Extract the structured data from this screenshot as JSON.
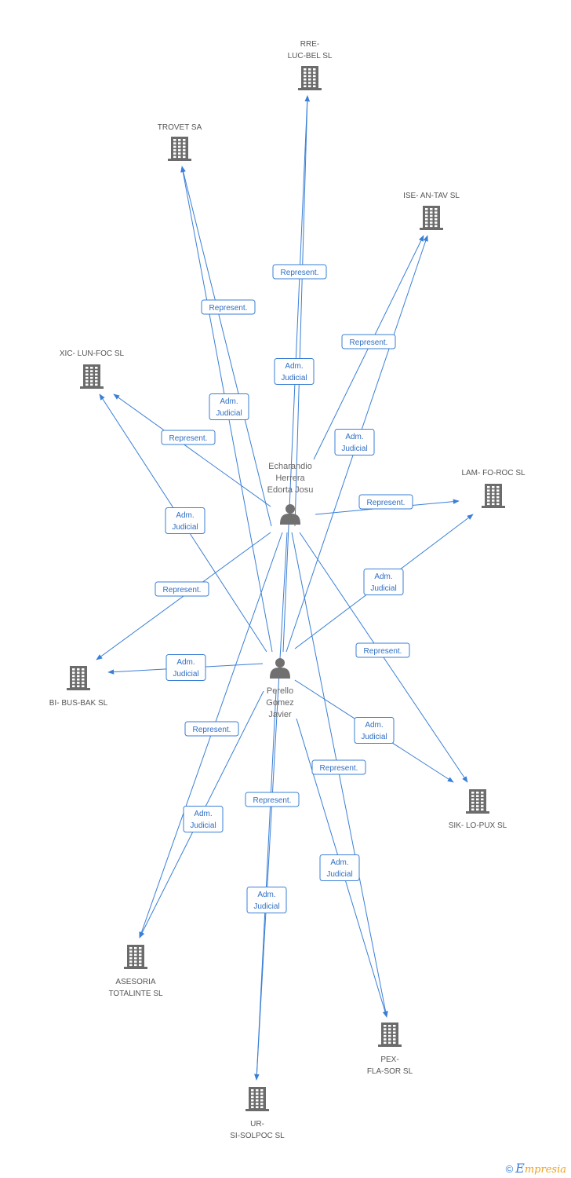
{
  "companies": [
    {
      "id": "rre",
      "label": [
        "RRE-",
        "LUC-BEL SL"
      ]
    },
    {
      "id": "trovet",
      "label": [
        "TROVET SA"
      ]
    },
    {
      "id": "ise",
      "label": [
        "ISE- AN-TAV SL"
      ]
    },
    {
      "id": "xic",
      "label": [
        "XIC- LUN-FOC SL"
      ]
    },
    {
      "id": "lam",
      "label": [
        "LAM- FO-ROC SL"
      ]
    },
    {
      "id": "bi",
      "label": [
        "BI- BUS-BAK SL"
      ]
    },
    {
      "id": "sik",
      "label": [
        "SIK- LO-PUX SL"
      ]
    },
    {
      "id": "asesoria",
      "label": [
        "ASESORIA",
        "TOTALINTE SL"
      ]
    },
    {
      "id": "pex",
      "label": [
        "PEX-",
        "FLA-SOR SL"
      ]
    },
    {
      "id": "ur",
      "label": [
        "UR-",
        "SI-SOLPOC SL"
      ]
    }
  ],
  "persons": [
    {
      "id": "echarandio",
      "label": [
        "Echarandio",
        "Herrera",
        "Edorta Josu"
      ]
    },
    {
      "id": "perello",
      "label": [
        "Perello",
        "Gomez",
        "Javier"
      ]
    }
  ],
  "edges": [
    {
      "from": "echarandio",
      "to": "rre",
      "label": [
        "Represent."
      ]
    },
    {
      "from": "perello",
      "to": "rre",
      "label": [
        "Adm.",
        "Judicial"
      ]
    },
    {
      "from": "echarandio",
      "to": "trovet",
      "label": [
        "Represent."
      ]
    },
    {
      "from": "perello",
      "to": "trovet",
      "label": [
        "Adm.",
        "Judicial"
      ]
    },
    {
      "from": "echarandio",
      "to": "ise",
      "label": [
        "Represent."
      ]
    },
    {
      "from": "perello",
      "to": "ise",
      "label": [
        "Adm.",
        "Judicial"
      ]
    },
    {
      "from": "echarandio",
      "to": "xic",
      "label": [
        "Represent."
      ]
    },
    {
      "from": "perello",
      "to": "xic",
      "label": [
        "Adm.",
        "Judicial"
      ]
    },
    {
      "from": "echarandio",
      "to": "lam",
      "label": [
        "Represent."
      ]
    },
    {
      "from": "perello",
      "to": "lam",
      "label": [
        "Adm.",
        "Judicial"
      ]
    },
    {
      "from": "echarandio",
      "to": "bi",
      "label": [
        "Represent."
      ]
    },
    {
      "from": "perello",
      "to": "bi",
      "label": [
        "Adm.",
        "Judicial"
      ]
    },
    {
      "from": "echarandio",
      "to": "sik",
      "label": [
        "Represent."
      ]
    },
    {
      "from": "perello",
      "to": "sik",
      "label": [
        "Adm.",
        "Judicial"
      ]
    },
    {
      "from": "echarandio",
      "to": "asesoria",
      "label": [
        "Represent."
      ]
    },
    {
      "from": "perello",
      "to": "asesoria",
      "label": [
        "Adm.",
        "Judicial"
      ]
    },
    {
      "from": "echarandio",
      "to": "pex",
      "label": [
        "Represent."
      ]
    },
    {
      "from": "perello",
      "to": "pex",
      "label": [
        "Adm.",
        "Judicial"
      ]
    },
    {
      "from": "perello",
      "to": "ur",
      "label": [
        "Represent."
      ]
    },
    {
      "from": "echarandio",
      "to": "ur",
      "label": [
        "Adm.",
        "Judicial"
      ]
    }
  ],
  "footer": {
    "copyright": "©",
    "brand_initial": "E",
    "brand_rest": "mpresia"
  },
  "colors": {
    "edge": "#3a7fd6",
    "node": "#6b6b6b",
    "brand": "#f0a020"
  }
}
